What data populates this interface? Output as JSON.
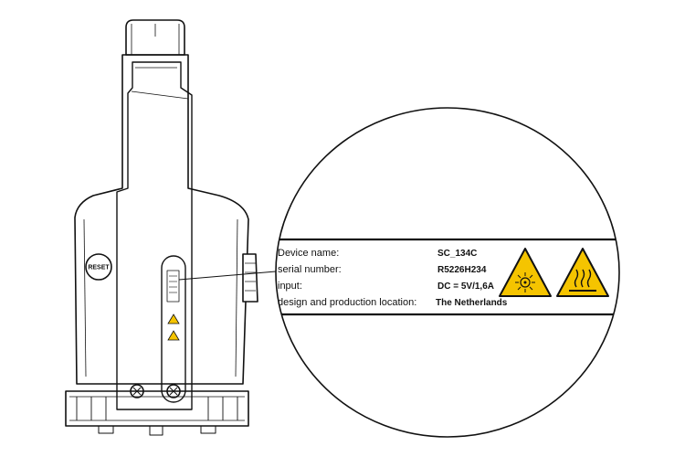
{
  "device": {
    "reset_label": "RESET"
  },
  "label_plate": {
    "rows": [
      {
        "field": "Device name:",
        "value": "SC_134C"
      },
      {
        "field": "serial number:",
        "value": "R5226H234"
      },
      {
        "field": "input:",
        "value": "DC = 5V/1,6A"
      },
      {
        "field": "design and production location:",
        "value": "The Netherlands"
      }
    ],
    "warning_icons": [
      "laser-radiation-warning-icon",
      "hot-surface-warning-icon"
    ]
  },
  "colors": {
    "line": "#111111",
    "warning_yellow": "#f5c400",
    "background": "#ffffff"
  }
}
